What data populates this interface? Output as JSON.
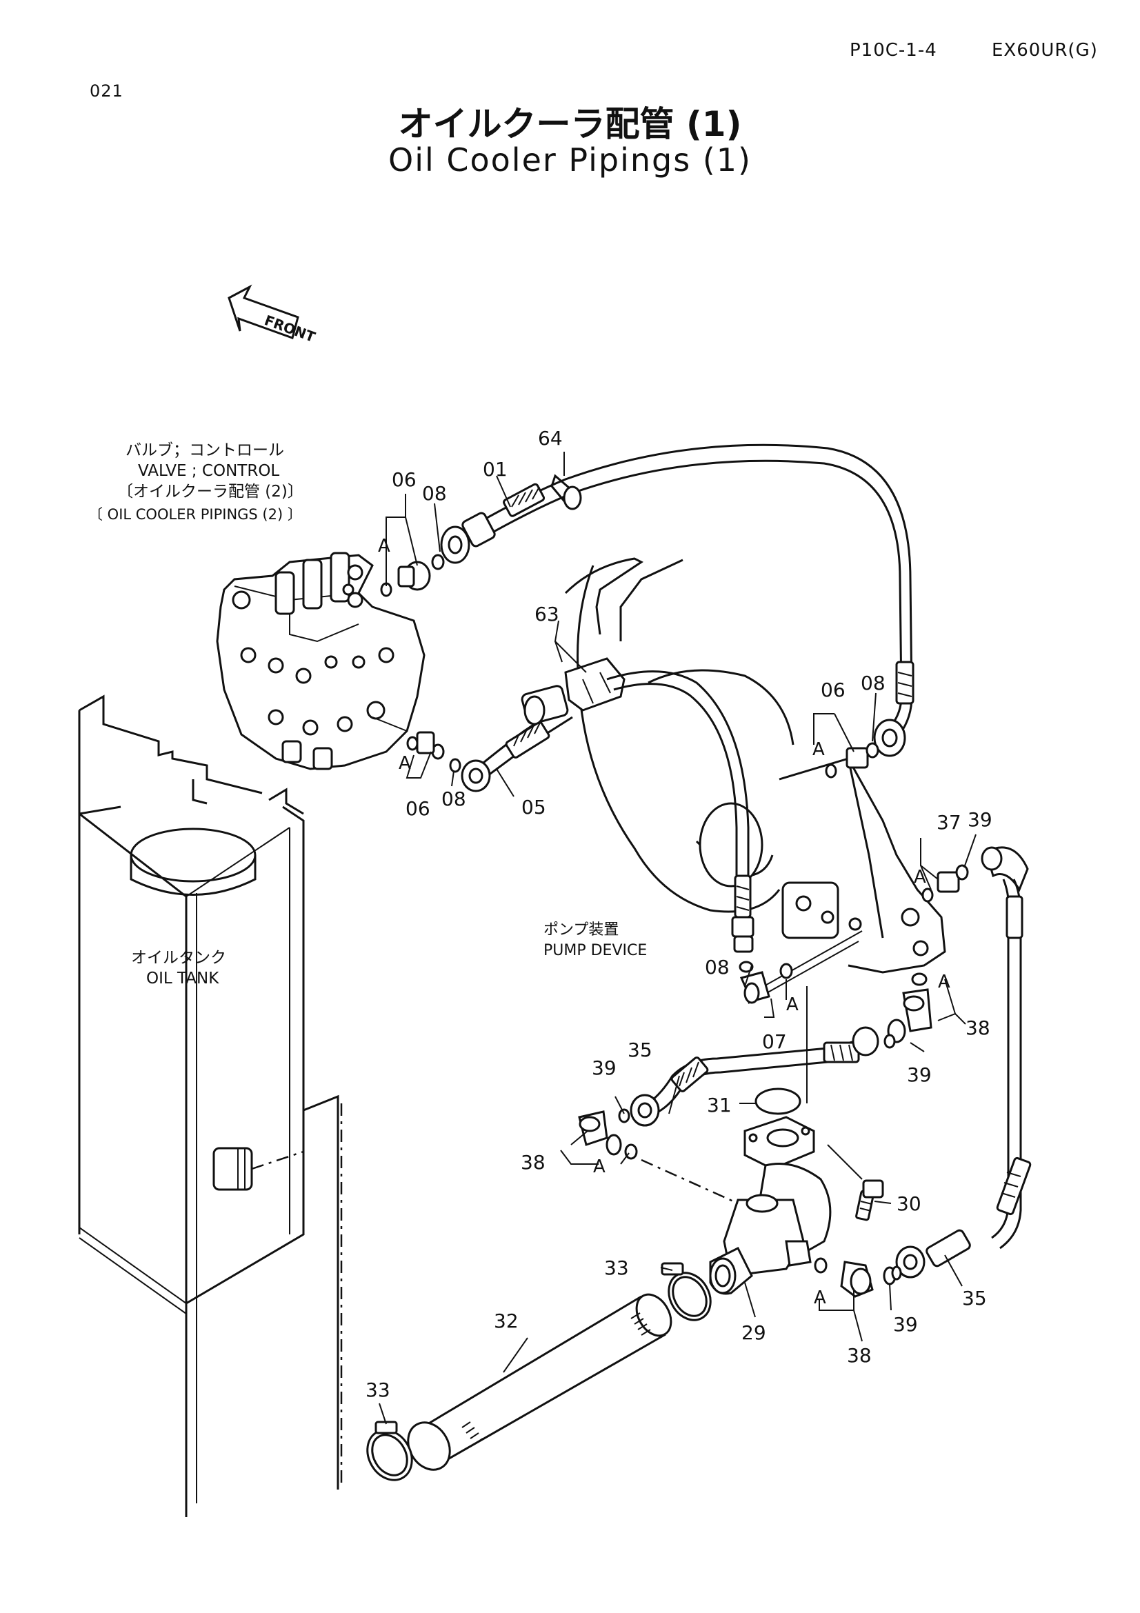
{
  "header": {
    "section_code": "P10C-1-4",
    "model": "EX60UR(G)",
    "page_number": "021"
  },
  "title": {
    "japanese": "オイルクーラ配管 (1)",
    "english": "Oil Cooler Pipings (1)"
  },
  "labels": {
    "front": "FRONT",
    "valve_ja": "バルブ；コントロール",
    "valve_en": "VALVE ; CONTROL",
    "ref_ja": "〔オイルクーラ配管 (2)〕",
    "ref_en": "〔 OIL  COOLER  PIPINGS (2) 〕",
    "pump_ja": "ポンプ装置",
    "pump_en": "PUMP  DEVICE",
    "tank_ja": "オイルタンク",
    "tank_en": "OIL  TANK",
    "ref_a": "A"
  },
  "parts": {
    "p01": "01",
    "p05": "05",
    "p06": "06",
    "p07": "07",
    "p08": "08",
    "p29": "29",
    "p30": "30",
    "p31": "31",
    "p32": "32",
    "p33": "33",
    "p35": "35",
    "p37": "37",
    "p38": "38",
    "p39": "39",
    "p63": "63",
    "p64": "64"
  }
}
